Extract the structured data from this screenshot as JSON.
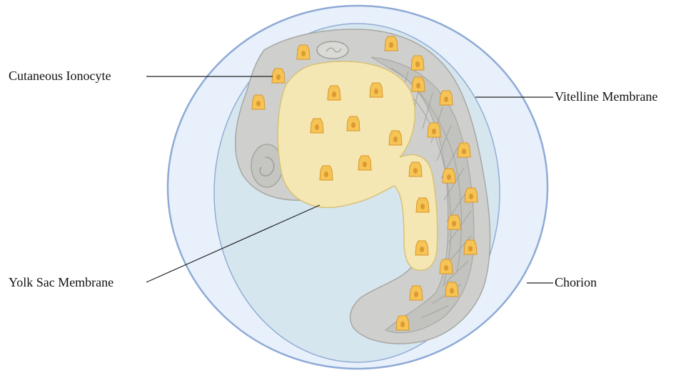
{
  "labels": {
    "cutaneous_ionocyte": "Cutaneous Ionocyte",
    "vitelline_membrane": "Vitelline Membrane",
    "yolk_sac_membrane": "Yolk Sac Membrane",
    "chorion": "Chorion"
  },
  "colors": {
    "chorion_stroke": "#8faad6",
    "chorion_fill": "#e8f1fb",
    "vitelline_stroke": "#93acd6",
    "vitelline_fill": "#d6e6ef",
    "embryo_fill": "#cfcfcd",
    "embryo_stroke": "#a7a7a3",
    "yolk_fill": "#f4e7b3",
    "yolk_stroke": "#d7c277",
    "ionocyte_fill": "#f6c455",
    "ionocyte_stroke": "#d8952a",
    "leader_line": "#222222"
  }
}
